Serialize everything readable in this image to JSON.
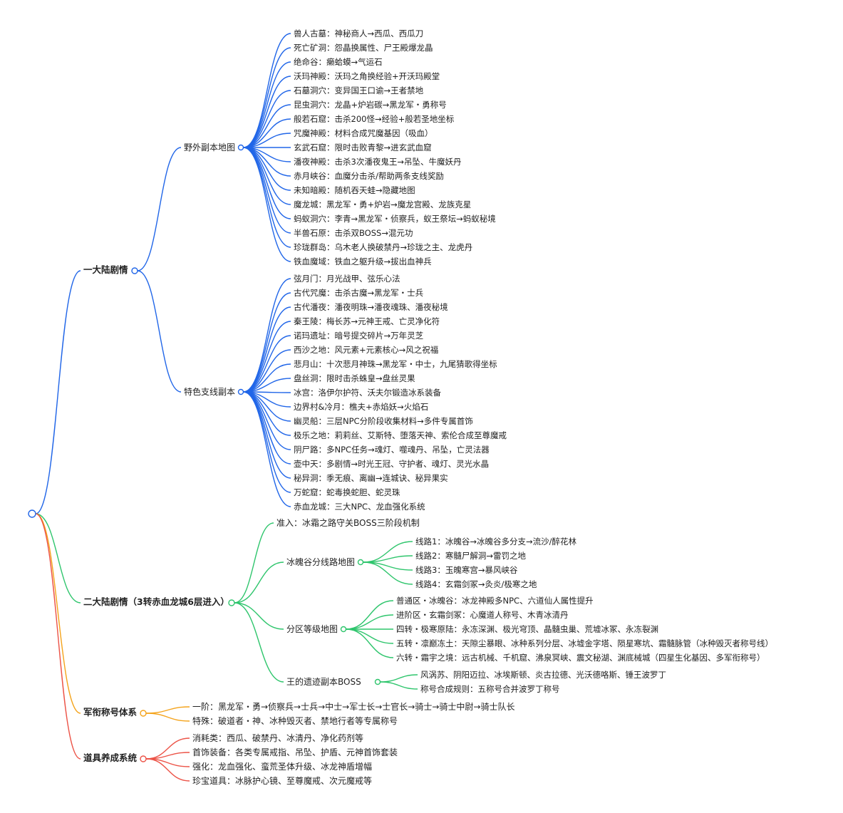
{
  "colors": {
    "blue": "#2166e8",
    "green": "#2ec56c",
    "orange": "#f4a31b",
    "red": "#ec5347"
  },
  "branches": [
    {
      "label": "一大陆剧情",
      "color": "blue",
      "children": [
        {
          "label": "野外副本地图",
          "children": [
            {
              "label": "兽人古墓：神秘商人→西瓜、西瓜刀"
            },
            {
              "label": "死亡矿洞：怨晶换属性、尸王殿爆龙晶"
            },
            {
              "label": "绝命谷：癞蛤蟆→气运石"
            },
            {
              "label": "沃玛神殿：沃玛之角换经验+开沃玛殿堂"
            },
            {
              "label": "石墓洞穴：变异国王口谕→王者禁地"
            },
            {
              "label": "昆虫洞穴：龙晶+炉岩碳→黑龙军・勇称号"
            },
            {
              "label": "般若石窟：击杀200怪→经验+般若圣地坐标"
            },
            {
              "label": "咒魔神殿：材料合成咒魔基因（吸血）"
            },
            {
              "label": "玄武石窟：限时击败青黎→进玄武血窟"
            },
            {
              "label": "潘夜神殿：击杀3次潘夜鬼王→吊坠、牛魔妖丹"
            },
            {
              "label": "赤月峡谷：血魔分击杀/帮助两条支线奖励"
            },
            {
              "label": "未知暗殿：随机吞天蛙→隐藏地图"
            },
            {
              "label": "魔龙城：黑龙军・勇+炉岩→魔龙宫殿、龙族克星"
            },
            {
              "label": "蚂蚁洞穴：李青→黑龙军・侦察兵，蚁王祭坛→蚂蚁秘境"
            },
            {
              "label": "半兽石原：击杀双BOSS→混元功"
            },
            {
              "label": "珍珑群岛：乌木老人换破禁丹→珍珑之主、龙虎丹"
            },
            {
              "label": "铁血魔域：铁血之躯升级→拔出血神兵"
            }
          ]
        },
        {
          "label": "特色支线副本",
          "children": [
            {
              "label": "弦月门：月光战甲、弦乐心法"
            },
            {
              "label": "古代咒魔：击杀古魔→黑龙军・士兵"
            },
            {
              "label": "古代潘夜：潘夜明珠→潘夜魂珠、潘夜秘境"
            },
            {
              "label": "秦王陵：梅长苏→元神王戒、亡灵净化符"
            },
            {
              "label": "诺玛遗址：暗号提交碎片→万年灵芝"
            },
            {
              "label": "西沙之地：风元素+元素核心→风之祝福"
            },
            {
              "label": "悲月山：十次悲月神珠→黑龙军・中士，九尾猜歌得坐标"
            },
            {
              "label": "盘丝洞：限时击杀蛛皇→盘丝灵果"
            },
            {
              "label": "冰宫：洛伊尔护符、沃夫尔锻造冰系装备"
            },
            {
              "label": "边界村&冷月：樵夫+赤焰妖→火焰石"
            },
            {
              "label": "幽灵船：三层NPC分阶段收集材料→多件专属首饰"
            },
            {
              "label": "极乐之地：莉莉丝、艾斯特、堕落天神、索伦合成至尊魔戒"
            },
            {
              "label": "阴尸路：多NPC任务→魂灯、噬魂丹、吊坠，亡灵法器"
            },
            {
              "label": "壶中天：多剧情→时光王冠、守护者、魂灯、灵光水晶"
            },
            {
              "label": "秘异洞：季无痕、离幽→连城诀、秘异果实"
            },
            {
              "label": "万蛇窟：蛇毒换蛇胆、蛇灵珠"
            },
            {
              "label": "赤血龙城：三大NPC、龙血强化系统"
            }
          ]
        }
      ]
    },
    {
      "label": "二大陆剧情（3转赤血龙城6层进入）",
      "color": "green",
      "children": [
        {
          "label": "准入：冰霜之路守关BOSS三阶段机制"
        },
        {
          "label": "冰魄谷分线路地图",
          "children": [
            {
              "label": "线路1：冰魄谷→冰魄谷多分支→流沙/醉花林"
            },
            {
              "label": "线路2：寒髓尸解洞→雷罚之地"
            },
            {
              "label": "线路3：玉魄寒宫→暴风峡谷"
            },
            {
              "label": "线路4：玄霜剑冢→灸炎/极寒之地"
            }
          ]
        },
        {
          "label": "分区等级地图",
          "children": [
            {
              "label": "普通区・冰魄谷：冰龙神殿多NPC、六道仙人属性提升"
            },
            {
              "label": "进阶区・玄霜剑冢：心魔道人称号、木青冰清丹"
            },
            {
              "label": "四转・极寒原陆：永冻深渊、极光穹顶、晶髓虫巢、荒墟冰冢、永冻裂渊"
            },
            {
              "label": "五转・凛巅冻土：天隙尘暴眼、冰种系列分层、冰墟金字塔、陨星寒坑、霜髓脉管（冰种毁灭者称号线）"
            },
            {
              "label": "六转・霜宇之境：远古机械、千机窟、沸泉冥峡、震文秘湖、渊底械城（四星生化基因、多军衔称号）"
            }
          ]
        },
        {
          "label": "王的遗迹副本BOSS",
          "children": [
            {
              "label": "风涡苏、阴阳迈拉、冰埃斯顿、炎古拉德、光沃德咯斯、锤王波罗丁"
            },
            {
              "label": "称号合成规则：五称号合并波罗丁称号"
            }
          ]
        }
      ]
    },
    {
      "label": "军衔称号体系",
      "color": "orange",
      "children": [
        {
          "label": "一阶：黑龙军・勇→侦察兵→士兵→中士→军士长→士官长→骑士→骑士中尉→骑士队长"
        },
        {
          "label": "特殊：破道者・神、冰种毁灭者、禁地行者等专属称号"
        }
      ]
    },
    {
      "label": "道具养成系统",
      "color": "red",
      "children": [
        {
          "label": "消耗类：西瓜、破禁丹、冰清丹、净化药剂等"
        },
        {
          "label": "首饰装备：各类专属戒指、吊坠、护盾、元神首饰套装"
        },
        {
          "label": "强化：龙血强化、蛮荒圣体升级、冰龙神盾增幅"
        },
        {
          "label": "珍宝道具：冰脉护心镜、至尊魔戒、次元魔戒等"
        }
      ]
    }
  ]
}
